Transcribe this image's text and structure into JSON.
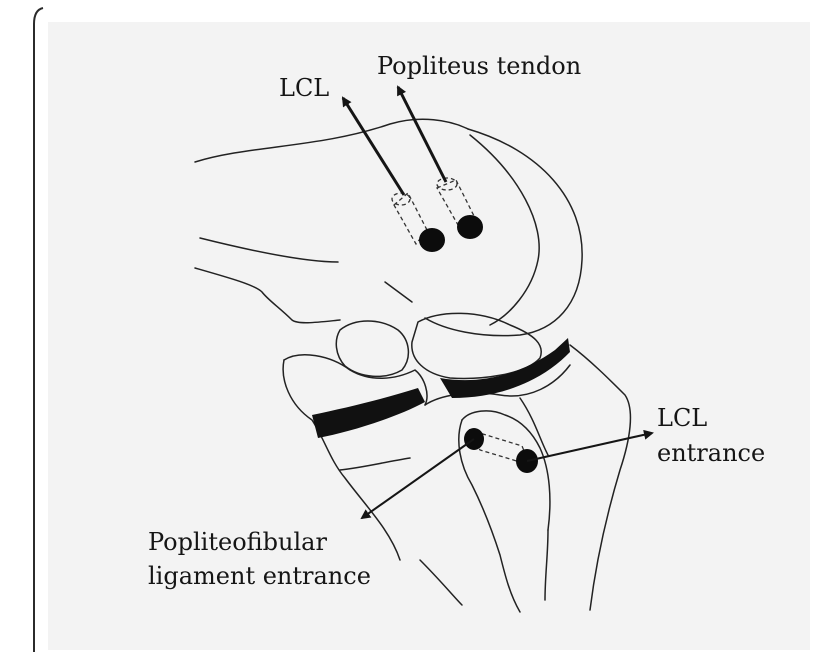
{
  "labels": {
    "lcl": "LCL",
    "popliteus_tendon": "Popliteus tendon",
    "lcl_entrance_line1": "LCL",
    "lcl_entrance_line2": "entrance",
    "popliteofibular_line1": "Popliteofibular",
    "popliteofibular_line2": "ligament entrance"
  },
  "colors": {
    "ink": "#151515",
    "paper": "#f3f3f3",
    "frame": "#2b2b2b"
  }
}
